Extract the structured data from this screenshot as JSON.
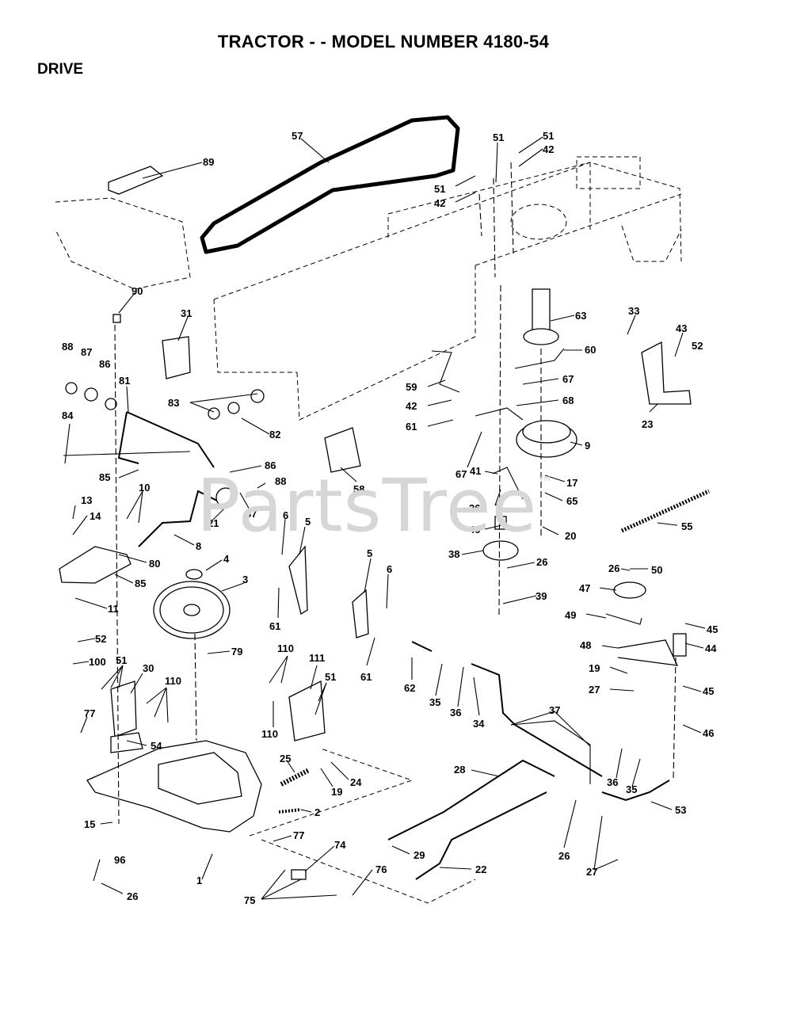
{
  "title": "TRACTOR - - MODEL NUMBER 4180-54",
  "section": "DRIVE",
  "watermark": "PartsTree",
  "watermark_mark": "™",
  "labels": [
    "57",
    "89",
    "51",
    "42",
    "51",
    "42",
    "51",
    "90",
    "31",
    "63",
    "33",
    "43",
    "52",
    "60",
    "88",
    "87",
    "86",
    "81",
    "83",
    "82",
    "59",
    "67",
    "68",
    "23",
    "42",
    "61",
    "9",
    "84",
    "86",
    "85",
    "10",
    "88",
    "58",
    "67",
    "41",
    "17",
    "13",
    "87",
    "26",
    "65",
    "14",
    "21",
    "6",
    "5",
    "40",
    "20",
    "55",
    "8",
    "80",
    "4",
    "38",
    "26",
    "50",
    "85",
    "5",
    "6",
    "26",
    "11",
    "3",
    "61",
    "39",
    "47",
    "49",
    "52",
    "79",
    "61",
    "45",
    "100",
    "51",
    "30",
    "110",
    "111",
    "110",
    "48",
    "44",
    "51",
    "62",
    "35",
    "36",
    "19",
    "110",
    "34",
    "27",
    "45",
    "77",
    "54",
    "46",
    "37",
    "25",
    "24",
    "28",
    "36",
    "35",
    "19",
    "2",
    "53",
    "15",
    "77",
    "74",
    "29",
    "26",
    "96",
    "76",
    "22",
    "27",
    "26",
    "1",
    "75"
  ]
}
